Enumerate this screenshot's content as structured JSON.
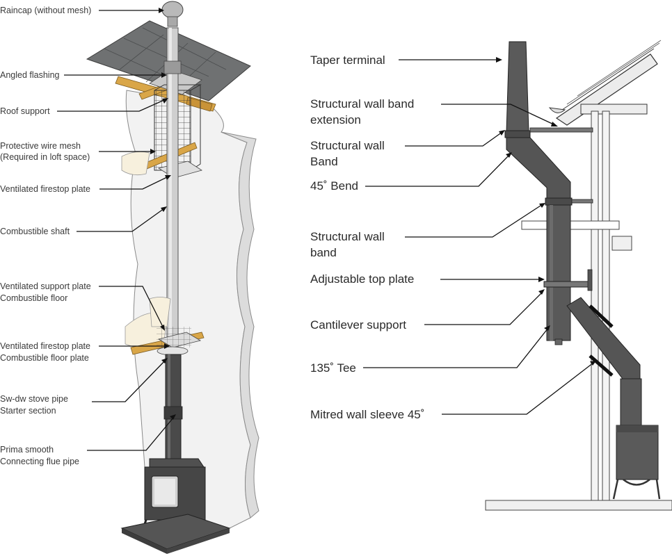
{
  "left_labels": [
    {
      "id": "raincap",
      "lines": [
        "Raincap (without mesh)"
      ]
    },
    {
      "id": "angled-flashing",
      "lines": [
        "Angled flashing"
      ]
    },
    {
      "id": "roof-support",
      "lines": [
        "Roof support"
      ]
    },
    {
      "id": "protective-wire-mesh",
      "lines": [
        "Protective wire mesh",
        "(Required in loft space)"
      ]
    },
    {
      "id": "ventilated-firestop-plate",
      "lines": [
        "Ventilated firestop plate"
      ]
    },
    {
      "id": "combustible-shaft",
      "lines": [
        "Combustible shaft"
      ]
    },
    {
      "id": "ventilated-support-plate",
      "lines": [
        "Ventilated support plate",
        "Combustible floor"
      ]
    },
    {
      "id": "ventilated-firestop-floor",
      "lines": [
        "Ventilated firestop plate",
        "Combustible floor plate"
      ]
    },
    {
      "id": "stove-pipe",
      "lines": [
        "Sw-dw stove pipe",
        "Starter section"
      ]
    },
    {
      "id": "connecting-flue",
      "lines": [
        "Prima smooth",
        "Connecting flue pipe"
      ]
    }
  ],
  "right_labels": [
    {
      "id": "taper-terminal",
      "lines": [
        "Taper terminal"
      ]
    },
    {
      "id": "wall-band-extension",
      "lines": [
        "Structural wall band",
        "extension"
      ]
    },
    {
      "id": "structural-wall-band-1",
      "lines": [
        "Structural wall",
        "Band"
      ]
    },
    {
      "id": "bend-45",
      "lines": [
        "45˚ Bend"
      ]
    },
    {
      "id": "structural-wall-band-2",
      "lines": [
        "Structural wall",
        "band"
      ]
    },
    {
      "id": "adjustable-top-plate",
      "lines": [
        "Adjustable top plate"
      ]
    },
    {
      "id": "cantilever-support",
      "lines": [
        "Cantilever support"
      ]
    },
    {
      "id": "tee-135",
      "lines": [
        "135˚ Tee"
      ]
    },
    {
      "id": "mitred-wall-sleeve",
      "lines": [
        "Mitred wall sleeve 45˚"
      ]
    }
  ],
  "colors": {
    "pipe_dark": "#4a4a4a",
    "pipe_steel": "#b5b5b5",
    "roof_slate": "#6d6f70",
    "timber": "#d9a648",
    "wall": "#f1f1f1",
    "leader": "#111111"
  }
}
